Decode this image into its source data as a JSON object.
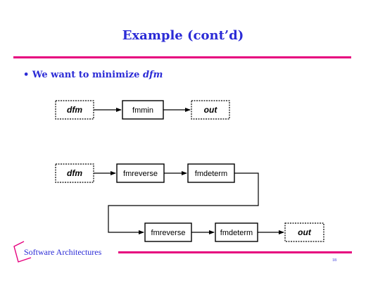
{
  "slide": {
    "title": "Example (cont’d)",
    "bullet_marker": "•",
    "bullet_text": "We want to minimize ",
    "bullet_emph": "dfm",
    "footer": "Software Architectures",
    "page_number": "18",
    "colors": {
      "title": "#2b2bd6",
      "rule": "#e6007e"
    }
  },
  "diagram1": {
    "input": "dfm",
    "op": "fmmin",
    "output": "out"
  },
  "diagram2": {
    "input": "dfm",
    "op1": "fmreverse",
    "op2": "fmdeterm",
    "op3": "fmreverse",
    "op4": "fmdeterm",
    "output": "out"
  }
}
